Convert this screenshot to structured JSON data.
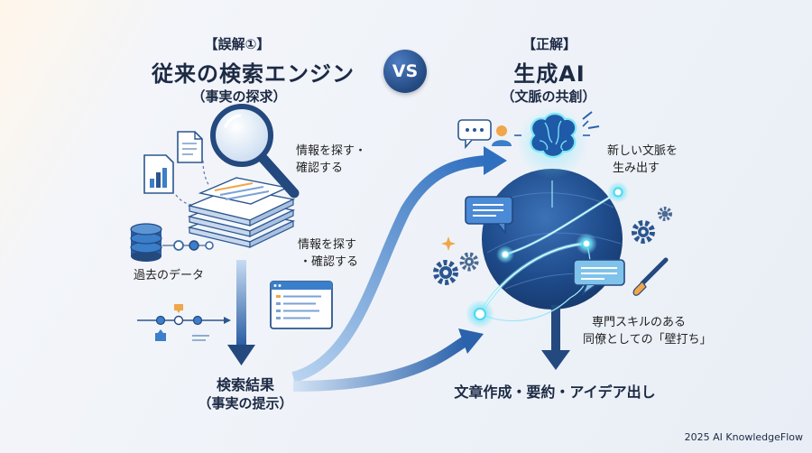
{
  "left": {
    "tag": "【誤解①】",
    "title": "従来の検索エンジン",
    "subtitle": "（事実の探求）",
    "label_find_1_line1": "情報を探す・",
    "label_find_1_line2": "確認する",
    "label_find_2_line1": "情報を探す",
    "label_find_2_line2": "・確認する",
    "label_past_data": "過去のデータ",
    "result_title": "検索結果",
    "result_subtitle": "（事実の提示）"
  },
  "vs_label": "VS",
  "right": {
    "tag": "【正解】",
    "title": "生成AI",
    "subtitle": "（文脈の共創）",
    "label_context_line1": "新しい文脈を",
    "label_context_line2": "生み出す",
    "label_partner_line1": "専門スキルのある",
    "label_partner_line2": "同僚としての「壁打ち」",
    "output": "文章作成・要約・アイデア出し"
  },
  "footer": "2025 AI KnowledgeFlow",
  "icons": [
    "document-icon",
    "bar-chart-icon",
    "magnifier-icon",
    "document-stack-icon",
    "database-icon",
    "timeline-icon",
    "browser-window-icon",
    "chat-bubble-icon",
    "user-icon",
    "brain-icon",
    "gear-icon",
    "paintbrush-icon",
    "sparkle-icon"
  ],
  "colors": {
    "navy": "#23497f",
    "accent_blue": "#3b7ec9",
    "cyan_glow": "#4fd8f0",
    "text": "#1c2a44"
  }
}
